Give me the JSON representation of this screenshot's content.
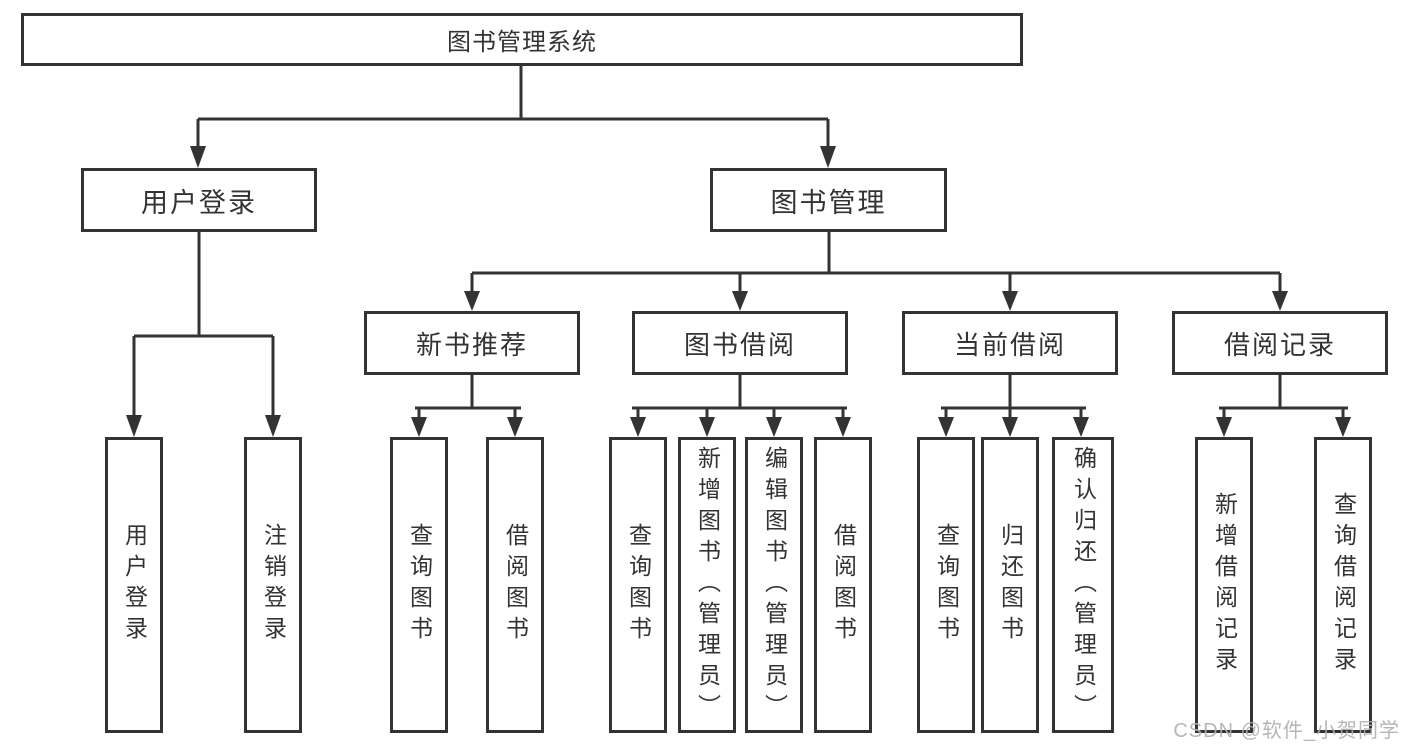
{
  "diagram": {
    "title": "图书管理系统",
    "level2": [
      {
        "label": "用户登录"
      },
      {
        "label": "图书管理"
      }
    ],
    "level3": [
      {
        "label": "新书推荐"
      },
      {
        "label": "图书借阅"
      },
      {
        "label": "当前借阅"
      },
      {
        "label": "借阅记录"
      }
    ],
    "leaves": {
      "user_login": [
        "用户登录",
        "注销登录"
      ],
      "new_book_recommend": [
        "查询图书",
        "借阅图书"
      ],
      "book_borrowing": [
        "查询图书",
        "新增图书（管理员）",
        "编辑图书（管理员）",
        "借阅图书"
      ],
      "current_borrowing": [
        "查询图书",
        "归还图书",
        "确认归还（管理员）"
      ],
      "borrowing_records": [
        "新增借阅记录",
        "查询借阅记录"
      ]
    },
    "watermark": "CSDN @软件_小贺同学",
    "colors": {
      "line": "#333333",
      "text": "#333333",
      "watermark": "#b0b0b0",
      "background": "#ffffff"
    }
  }
}
